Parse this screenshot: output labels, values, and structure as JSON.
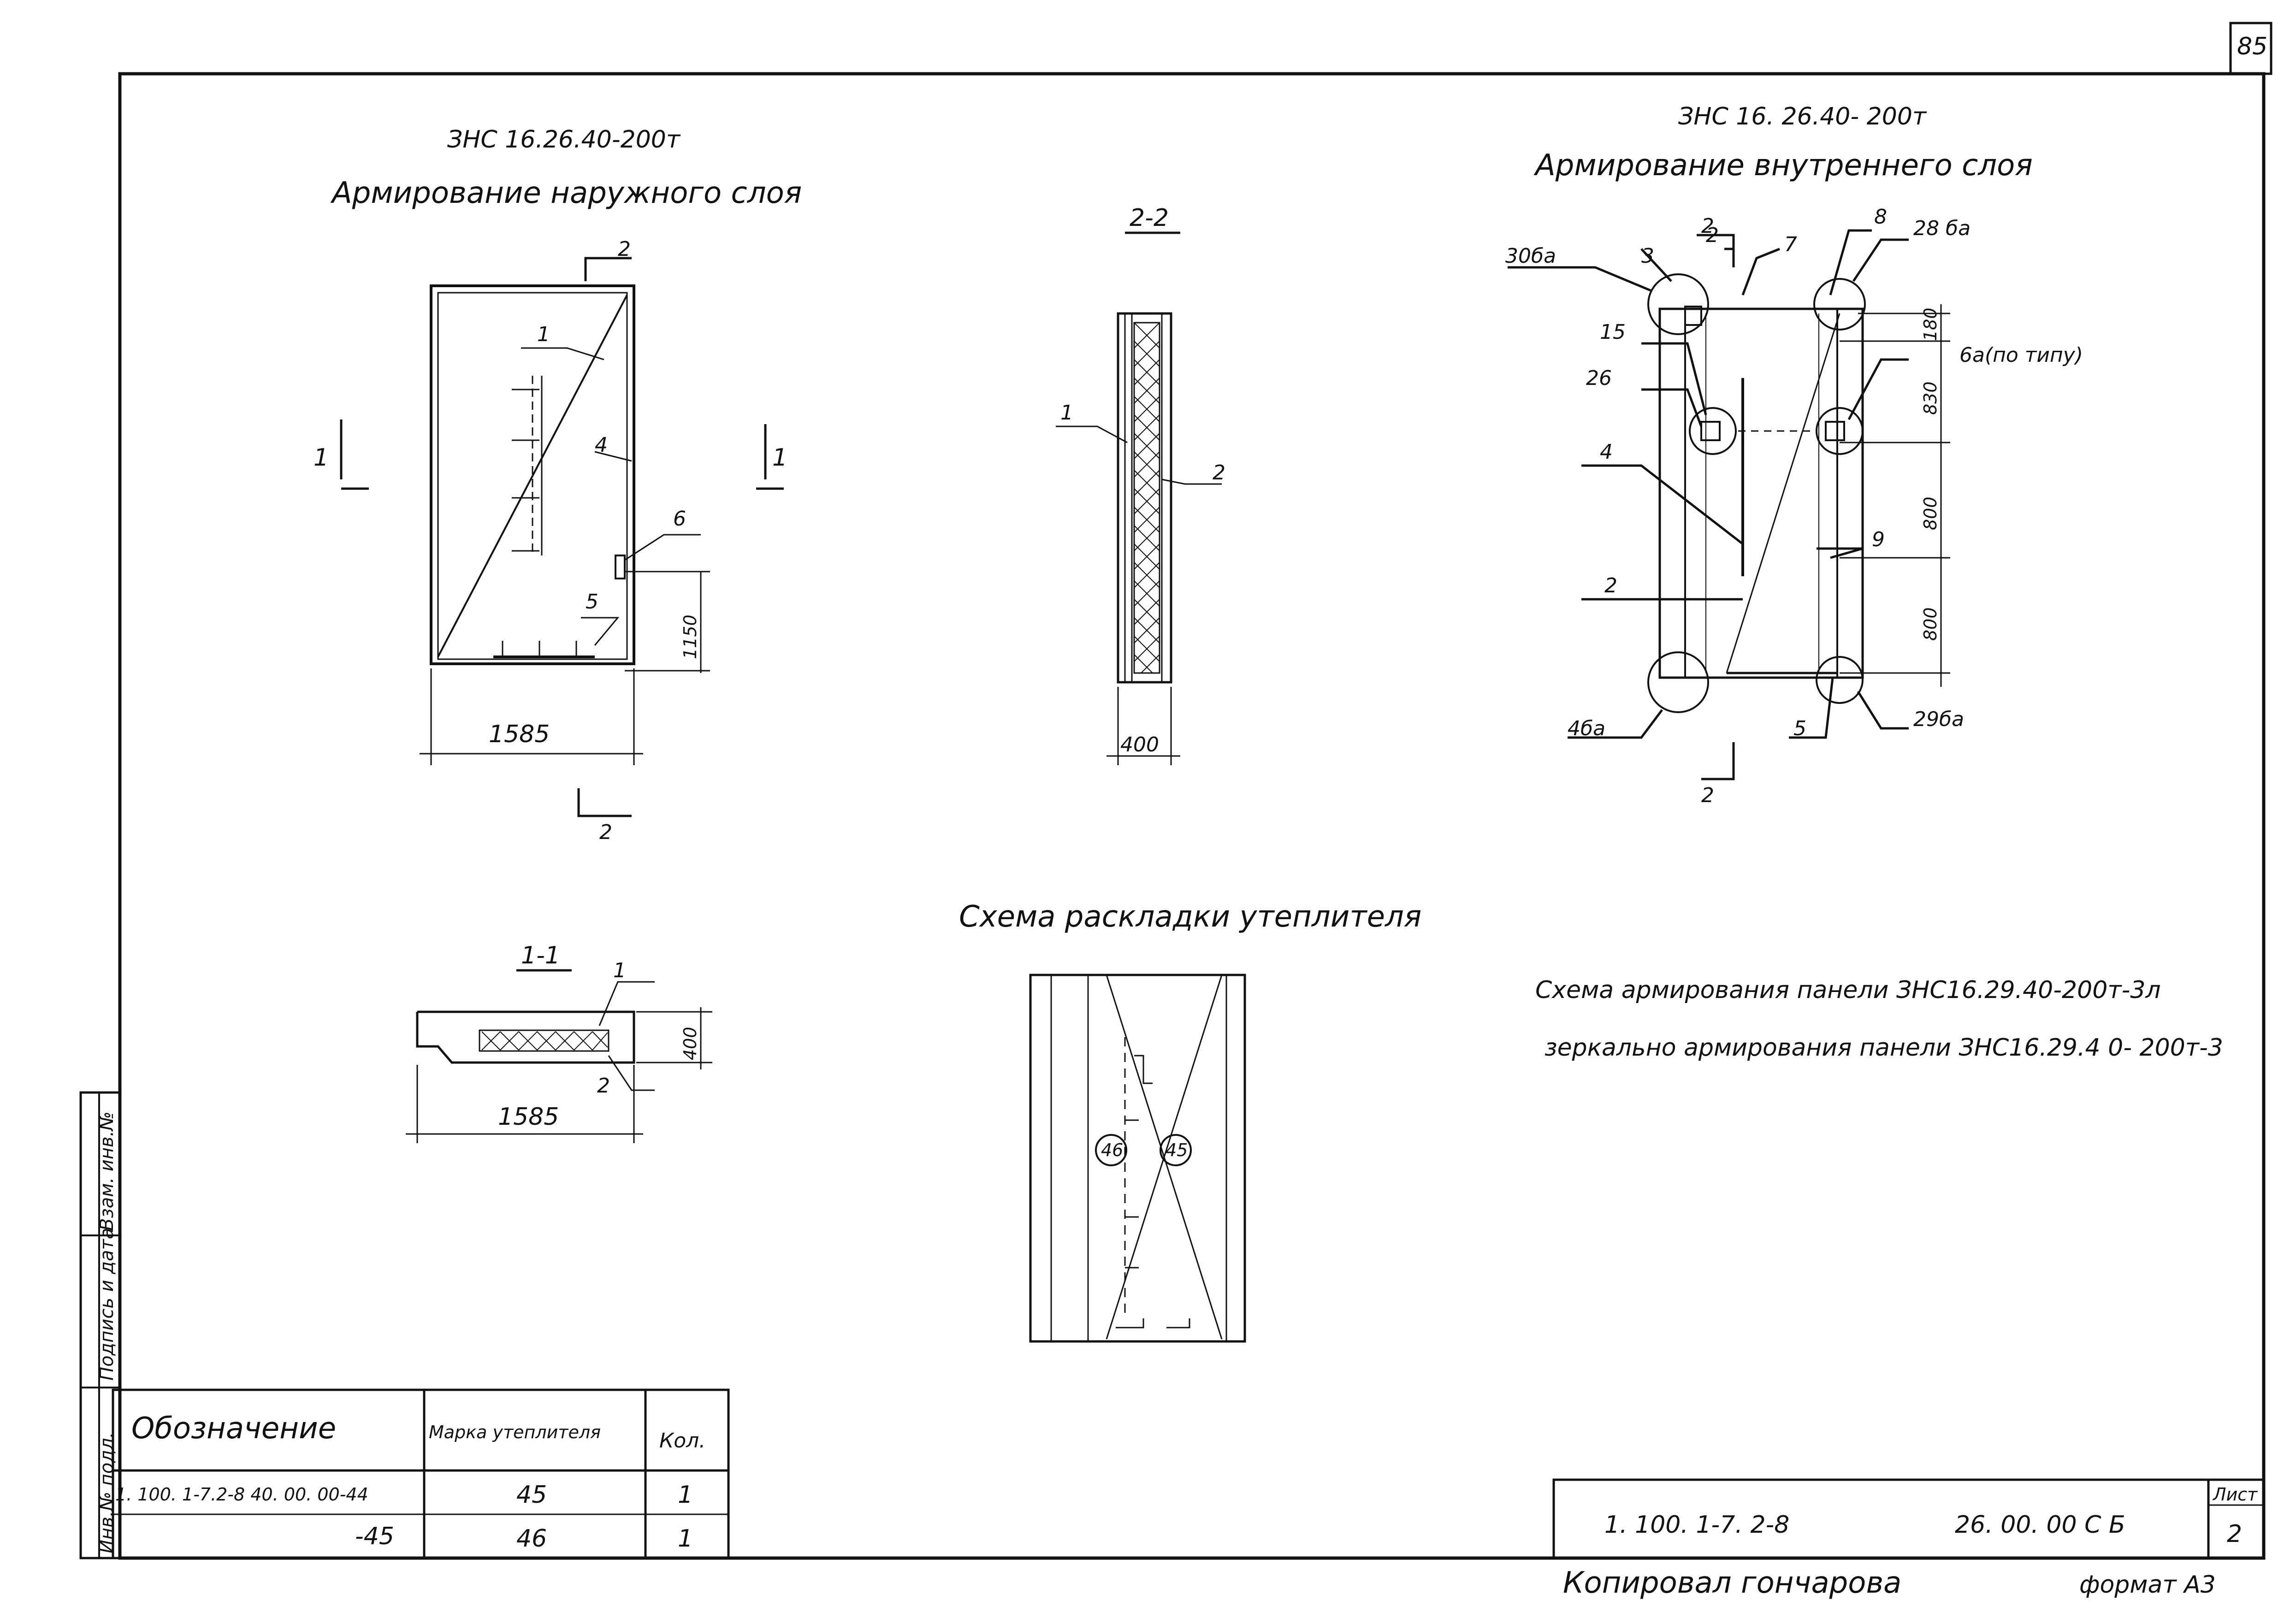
{
  "sheet": {
    "page_number": "85",
    "outer_code": "1. 100. 1-7. 2-8",
    "outer_code_right": "26. 00. 00  С Б",
    "list_label": "Лист",
    "list_number": "2",
    "copied_by": "Копировал гончарова",
    "format": "формат А3"
  },
  "side_stamp": {
    "inv_podl": "Инв.№ подл.",
    "podpis_data": "Подпись и дата",
    "vzam_inv": "Взам. инв.№"
  },
  "outer_layer": {
    "code": "ЗНС 16.26.40-200т",
    "title": "Армирование наружного слоя",
    "labels": [
      "1",
      "4",
      "6",
      "5"
    ],
    "dim_width": "1585",
    "dim_height": "1150",
    "section_mark": "2",
    "section_cut": "1"
  },
  "section_2_2": {
    "title": "2-2",
    "labels": [
      "1",
      "2"
    ],
    "dim": "400"
  },
  "section_1_1": {
    "title": "1-1",
    "labels": [
      "1",
      "2"
    ],
    "dim_width": "1585",
    "dim_height": "400"
  },
  "inner_layer": {
    "code": "ЗНС 16. 26.40- 200т",
    "title": "Армирование внутреннего слоя",
    "callouts": [
      "30ба",
      "3",
      "2",
      "7",
      "8",
      "28 бa",
      "15",
      "26",
      "4",
      "2",
      "4ба",
      "5",
      "29ба",
      "9"
    ],
    "dim_note": "6а(по типу)",
    "dims": [
      "180",
      "830",
      "800",
      "800"
    ],
    "section_mark": "2"
  },
  "insulation_scheme": {
    "title": "Схема раскладки утеплителя",
    "markers": [
      "46",
      "45"
    ]
  },
  "notes": {
    "line1": "Схема армирования панели ЗНС16.29.40-200т-3л",
    "line2": "зеркально армирования панели ЗНС16.29.4 0- 200т-3"
  },
  "table": {
    "headers": [
      "Обозначение",
      "Марка утеплителя",
      "Кол."
    ],
    "rows": [
      [
        "1. 100. 1-7.2-8 40. 00. 00-44",
        "45",
        "1"
      ],
      [
        "-45",
        "46",
        "1"
      ]
    ]
  }
}
